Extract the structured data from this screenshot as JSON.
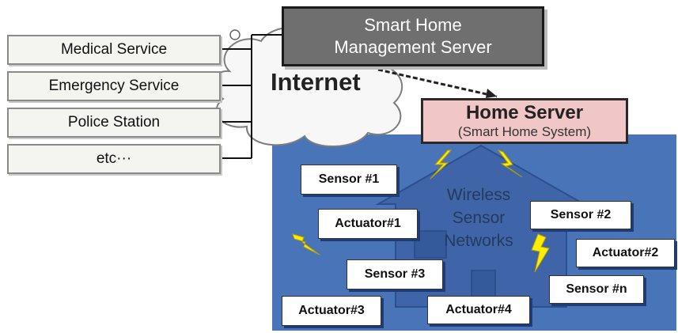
{
  "services": [
    "Medical Service",
    "Emergency Service",
    "Police Station",
    "etc···"
  ],
  "management_server": {
    "line1": "Smart Home",
    "line2": "Management Server"
  },
  "internet": "Internet",
  "home_server": {
    "title": "Home Server",
    "subtitle": "(Smart Home System)"
  },
  "wsn": {
    "line1": "Wireless",
    "line2": "Sensor",
    "line3": "Networks"
  },
  "devices": {
    "sensor1": "Sensor #1",
    "sensor2": "Sensor #2",
    "sensor3": "Sensor #3",
    "sensorn": "Sensor #n",
    "actuator1": "Actuator#1",
    "actuator2": "Actuator#2",
    "actuator3": "Actuator#3",
    "actuator4": "Actuator#4"
  },
  "colors": {
    "network_area": "#4a74b8",
    "house": "#3f65a8",
    "home_server_fill": "#f1c6c6",
    "management_server_fill": "#6f6f6f",
    "lightning": "#ffee00"
  }
}
